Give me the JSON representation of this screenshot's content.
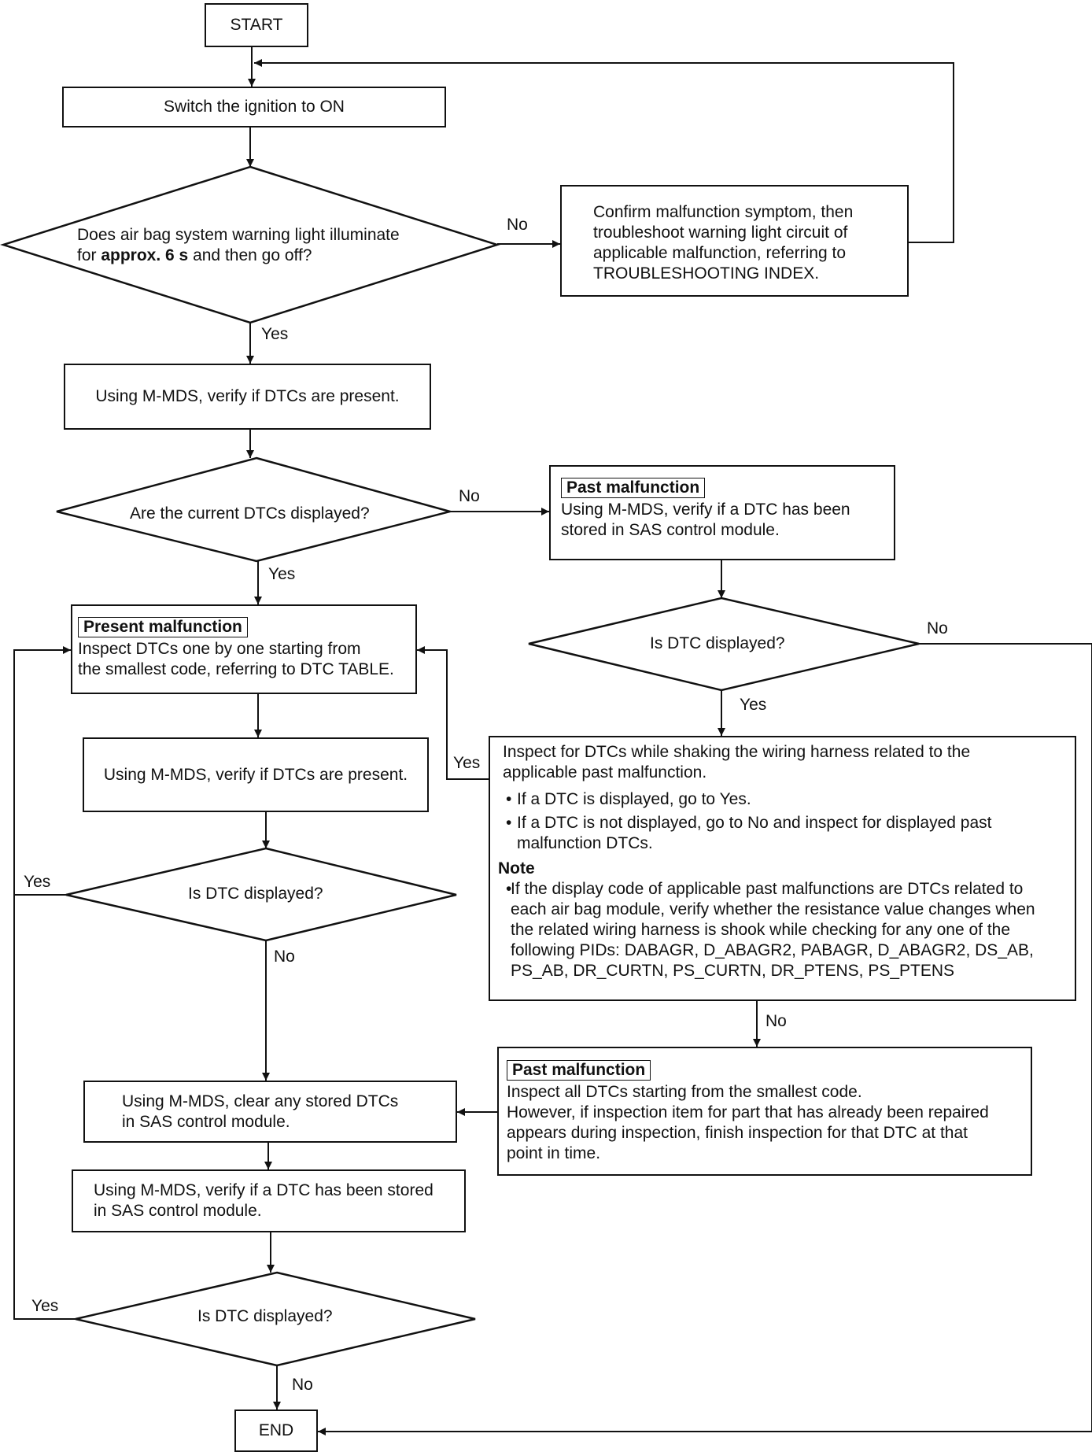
{
  "start_label": "START",
  "end_label": "END",
  "switch_ignition": "Switch the ignition to ON",
  "warning_light_question": {
    "line1": "Does air bag system warning light illuminate",
    "line2_pre": "for ",
    "line2_bold": "approx. 6 s",
    "line2_post": " and then go off?"
  },
  "confirm_symptom": [
    "Confirm malfunction symptom, then",
    "troubleshoot warning light circuit of",
    "applicable malfunction, referring to",
    "TROUBLESHOOTING INDEX."
  ],
  "verify_dtcs_1": "Using M-MDS, verify if DTCs are present.",
  "current_dtcs_question": "Are the current DTCs displayed?",
  "past_malfunction_1": {
    "title": "Past malfunction",
    "lines": [
      "Using M-MDS, verify if a DTC has been",
      "stored in SAS control module."
    ]
  },
  "present_malfunction": {
    "title": "Present malfunction",
    "lines": [
      "Inspect DTCs one by one starting from",
      "the smallest code, referring to DTC TABLE."
    ]
  },
  "dtc_displayed_question_right": "Is DTC displayed?",
  "verify_dtcs_2": "Using M-MDS, verify if DTCs are present.",
  "shake_inspection": {
    "lines": [
      "Inspect for DTCs while shaking the wiring harness related to the",
      "applicable past malfunction."
    ],
    "bullet1": "If a DTC is displayed, go to Yes.",
    "bullet2": [
      "If a DTC is not displayed, go to No and inspect for displayed past",
      "malfunction DTCs."
    ],
    "note_title": "Note",
    "note_lines": [
      "If the display code of applicable past malfunctions are DTCs related to",
      "each air bag module, verify whether the resistance value changes when",
      "the related wiring harness is shook while checking for any one of the",
      "following PIDs: DABAGR, D_ABAGR2, PABAGR, D_ABAGR2, DS_AB,",
      "PS_AB, DR_CURTN, PS_CURTN, DR_PTENS, PS_PTENS"
    ]
  },
  "dtc_displayed_question_left": "Is DTC displayed?",
  "past_malfunction_2": {
    "title": "Past malfunction",
    "lines": [
      "Inspect all DTCs starting from the smallest code.",
      "However, if inspection item for part that has already been repaired",
      "appears during inspection, finish inspection for that DTC at that",
      "point in time."
    ]
  },
  "clear_dtcs": [
    "Using M-MDS, clear any stored DTCs",
    "in SAS control module."
  ],
  "verify_stored": [
    "Using M-MDS, verify if a DTC has been stored",
    "in SAS control module."
  ],
  "dtc_displayed_question_bottom": "Is DTC displayed?",
  "labels": {
    "yes": "Yes",
    "no": "No"
  }
}
